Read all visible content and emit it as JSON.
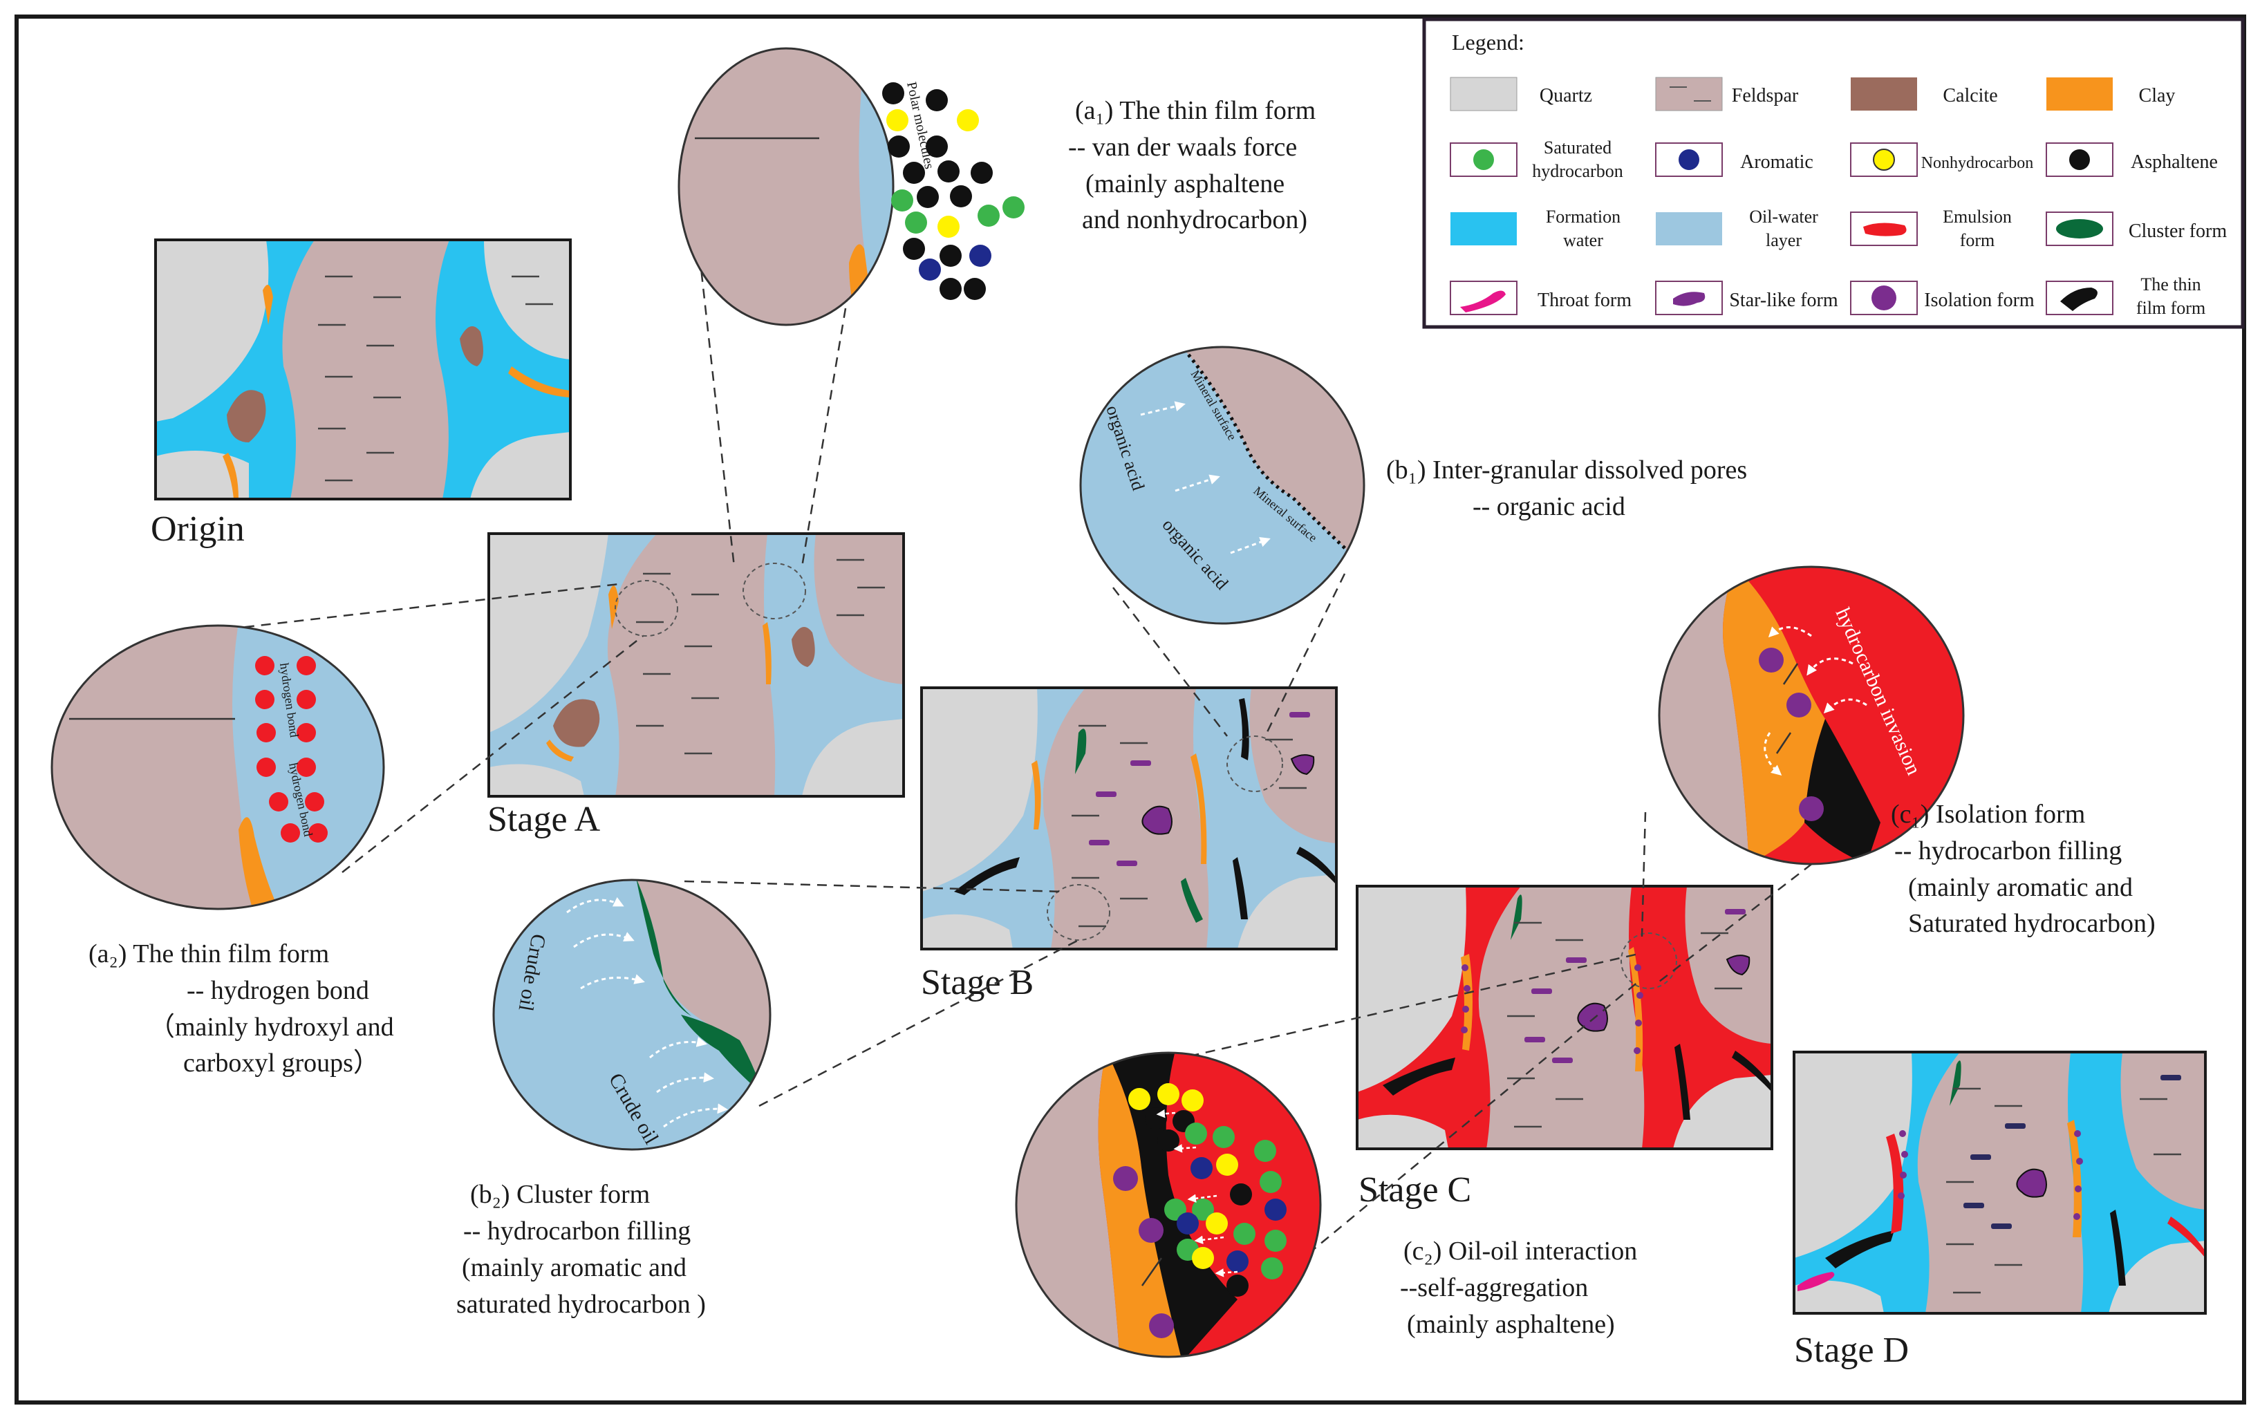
{
  "legend": {
    "title": "Legend:",
    "items": [
      {
        "key": "quartz",
        "label": "Quartz",
        "color": "#d6d6d6"
      },
      {
        "key": "feldspar",
        "label": "Feldspar",
        "color": "#c7aeae"
      },
      {
        "key": "calcite",
        "label": "Calcite",
        "color": "#9b6b5d"
      },
      {
        "key": "clay",
        "label": "Clay",
        "color": "#f7941d"
      },
      {
        "key": "saturated",
        "label": "Saturated hydrocarbon",
        "color": "#3cb44b"
      },
      {
        "key": "aromatic",
        "label": "Aromatic",
        "color": "#1e2a8c"
      },
      {
        "key": "nonhydrocarbon",
        "label": "Nonhydrocarbon",
        "color": "#fff200"
      },
      {
        "key": "asphaltene",
        "label": "Asphaltene",
        "color": "#111111"
      },
      {
        "key": "formation-water",
        "label": "Formation water",
        "color": "#29c2f0"
      },
      {
        "key": "oil-water",
        "label": "Oil-water layer",
        "color": "#9dc7e0"
      },
      {
        "key": "emulsion",
        "label": "Emulsion form",
        "color": "#ee1c25"
      },
      {
        "key": "cluster",
        "label": "Cluster form",
        "color": "#0a6b3a"
      },
      {
        "key": "throat",
        "label": "Throat form",
        "color": "#e8168a"
      },
      {
        "key": "starlike",
        "label": "Star-like form",
        "color": "#7b2d8e"
      },
      {
        "key": "isolation",
        "label": "Isolation form",
        "color": "#7b2d8e"
      },
      {
        "key": "thinfilm",
        "label": "The thin film form",
        "color": "#111111"
      }
    ]
  },
  "stages": {
    "origin": "Origin",
    "a": "Stage A",
    "b": "Stage B",
    "c": "Stage C",
    "d": "Stage D"
  },
  "annotations": {
    "a1": [
      "(a₁) The thin film form",
      "-- van der waals force",
      "(mainly  asphaltene",
      "and nonhydrocarbon)"
    ],
    "a2": [
      "(a₂) The thin film form",
      "-- hydrogen bond",
      "（mainly hydroxyl and",
      "carboxyl groups）"
    ],
    "b1": [
      "(b₁) Inter-granular dissolved pores",
      "-- organic acid"
    ],
    "b2": [
      "(b₂) Cluster form",
      "-- hydrocarbon filling",
      "(mainly aromatic and",
      "saturated hydrocarbon )"
    ],
    "c1": [
      "(c₁) Isolation form",
      "-- hydrocarbon filling",
      "(mainly  aromatic and",
      "Saturated hydrocarbon)"
    ],
    "c2": [
      "(c₂) Oil-oil interaction",
      "--self-aggregation",
      "(mainly  asphaltene)"
    ]
  },
  "zoom_labels": {
    "a1_molecules": "Polar molecules",
    "a2_bond_1": "hydrogen bond",
    "a2_bond_2": "hydrogen bond",
    "b1_acid_1": "organic acid",
    "b1_acid_2": "organic acid",
    "b1_surface_1": "Mineral surface",
    "b1_surface_2": "Mineral surface",
    "b2_oil_1": "Crude oil",
    "b2_oil_2": "Crude oil",
    "c1_invasion": "hydrocarbon invasion"
  }
}
